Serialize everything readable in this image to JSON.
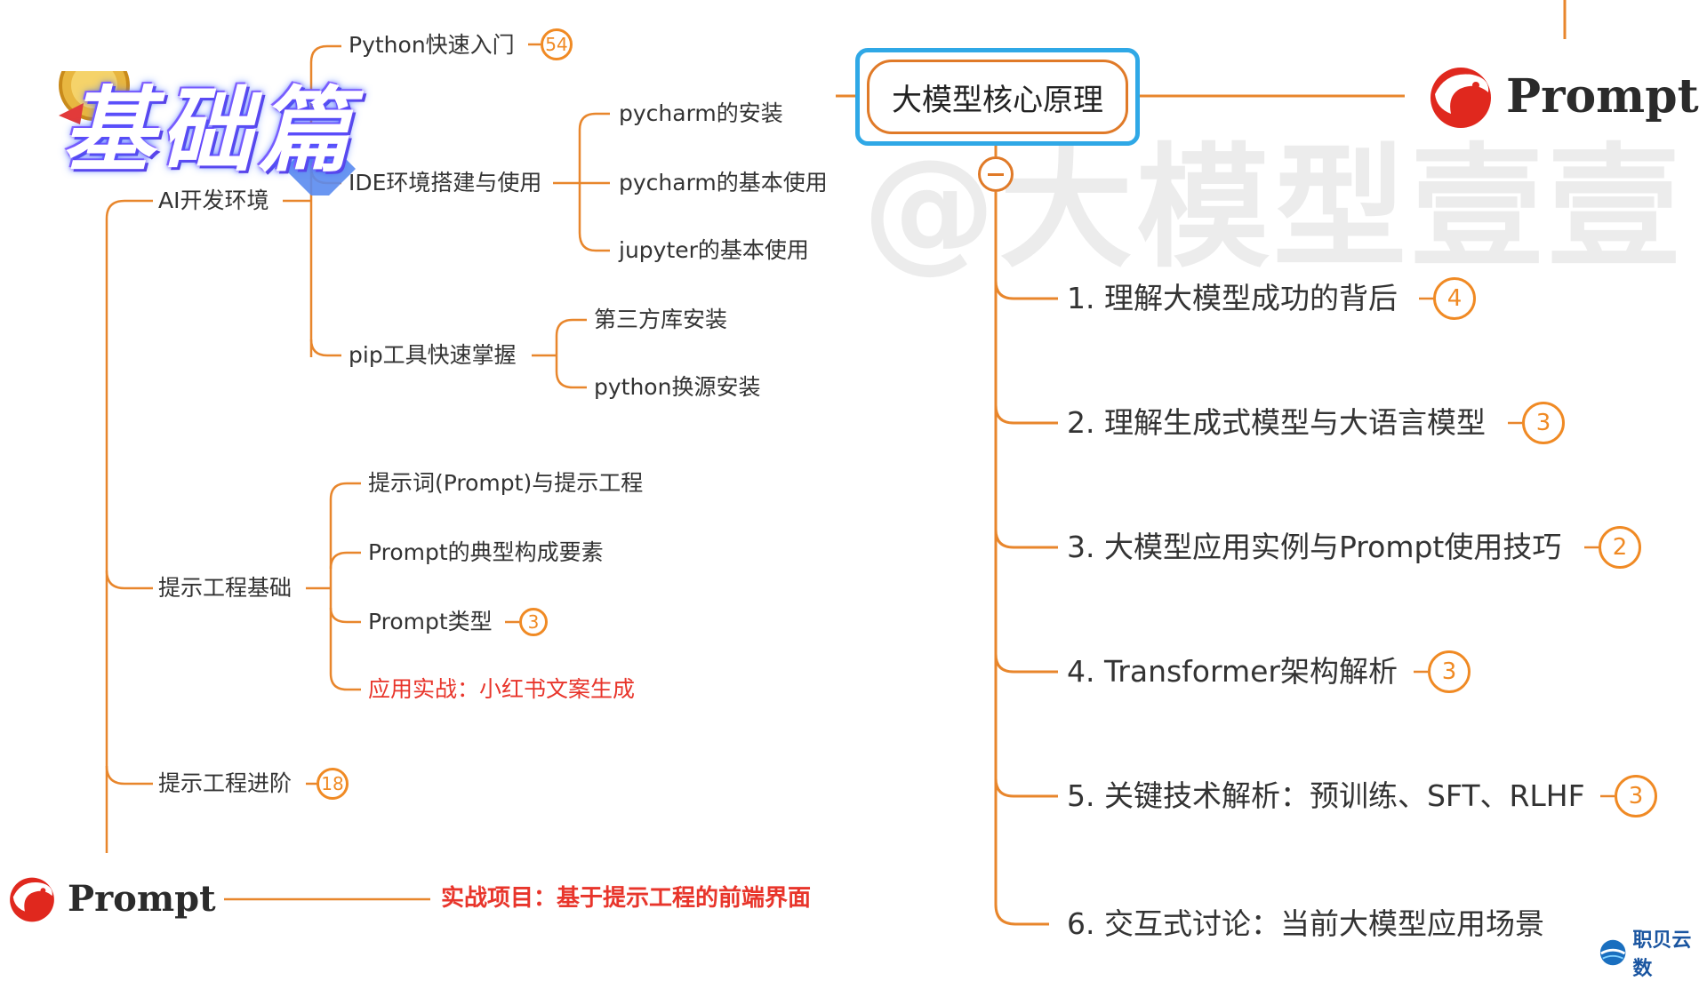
{
  "banner": {
    "title": "基础篇"
  },
  "central": {
    "title": "大模型核心原理"
  },
  "watermark": "@大模型壹壹",
  "brand": {
    "name": "Prompt"
  },
  "left_tree": {
    "python": {
      "label": "Python快速入门",
      "count": "54"
    },
    "ai_env": {
      "label": "AI开发环境"
    },
    "ide": {
      "label": "IDE环境搭建与使用"
    },
    "ide_items": [
      "pycharm的安装",
      "pycharm的基本使用",
      "jupyter的基本使用"
    ],
    "pip": {
      "label": "pip工具快速掌握"
    },
    "pip_items": [
      "第三方库安装",
      "python换源安装"
    ],
    "prompt_basic": {
      "label": "提示工程基础"
    },
    "prompt_basic_items": [
      {
        "label": "提示词(Prompt)与提示工程"
      },
      {
        "label": "Prompt的典型构成要素"
      },
      {
        "label": "Prompt类型",
        "count": "3"
      },
      {
        "label": "应用实战：小红书文案生成"
      }
    ],
    "prompt_adv": {
      "label": "提示工程进阶",
      "count": "18"
    },
    "project": {
      "label": "实战项目：基于提示工程的前端界面"
    }
  },
  "right_tree": [
    {
      "label": "1. 理解大模型成功的背后",
      "count": "4"
    },
    {
      "label": "2. 理解生成式模型与大语言模型",
      "count": "3"
    },
    {
      "label": "3. 大模型应用实例与Prompt使用技巧",
      "count": "2"
    },
    {
      "label": "4. Transformer架构解析",
      "count": "3"
    },
    {
      "label": "5. 关键技术解析：预训练、SFT、RLHF",
      "count": "3"
    },
    {
      "label": "6. 交互式讨论：当前大模型应用场景"
    }
  ],
  "footer": {
    "label": "职贝云数"
  },
  "colors": {
    "line": "#e8862c",
    "badge": "#f08a24",
    "highlight": "#e8352b",
    "frame": "#2fa8e6"
  }
}
